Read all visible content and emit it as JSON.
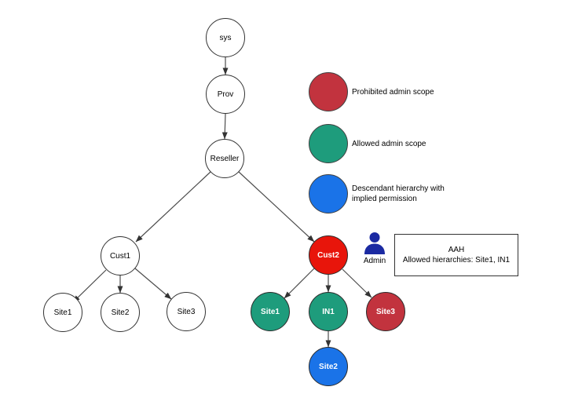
{
  "nodes": {
    "sys": "sys",
    "prov": "Prov",
    "reseller": "Reseller",
    "cust1": "Cust1",
    "l_site1": "Site1",
    "l_site2": "Site2",
    "l_site3": "Site3",
    "cust2": "Cust2",
    "r_site1": "Site1",
    "in1": "IN1",
    "r_site3": "Site3",
    "r_site2": "Site2"
  },
  "colors": {
    "prohibited_bright": "#e8150b",
    "prohibited": "#c2333e",
    "allowed": "#1e9c7c",
    "descendant": "#1a73e8",
    "admin_icon": "#1b2aa2"
  },
  "legend": {
    "items": [
      {
        "name": "prohibited",
        "color": "#c2333e",
        "label": "Prohibited admin scope"
      },
      {
        "name": "allowed",
        "color": "#1e9c7c",
        "label": "Allowed admin scope"
      },
      {
        "name": "descendant",
        "color": "#1a73e8",
        "label": "Descendant hierarchy with implied permission"
      }
    ]
  },
  "admin": {
    "label": "Admin"
  },
  "aah": {
    "title": "AAH",
    "subtitle": "Allowed hierarchies: Site1, IN1"
  }
}
